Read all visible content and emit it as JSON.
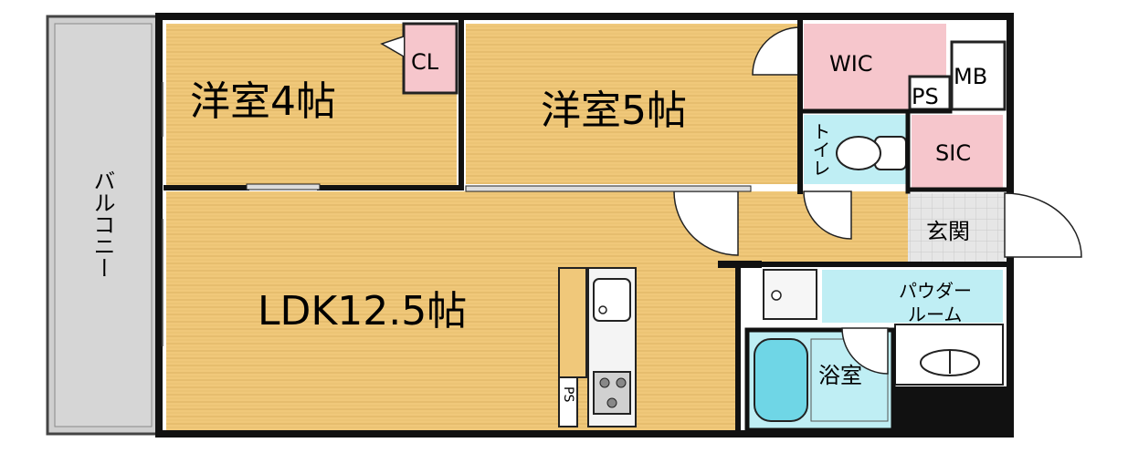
{
  "rooms": {
    "western_4": "洋室4帖",
    "western_5": "洋室5帖",
    "ldk": "LDK12.5帖",
    "closet": "CL",
    "wic": "WIC",
    "mb": "MB",
    "ps_upper": "PS",
    "toilet": "トイレ",
    "sic": "SIC",
    "entrance": "玄関",
    "powder_line1": "パウダー",
    "powder_line2": "ルーム",
    "bath": "浴室",
    "balcony": "バルコニー",
    "ps_kitchen": "PS"
  },
  "colors": {
    "wood_floor": "#f0c87a",
    "closet": "#f6c6cc",
    "wet_area": "#bfeef4",
    "balcony": "#cfcfcf",
    "wall": "#111111"
  }
}
